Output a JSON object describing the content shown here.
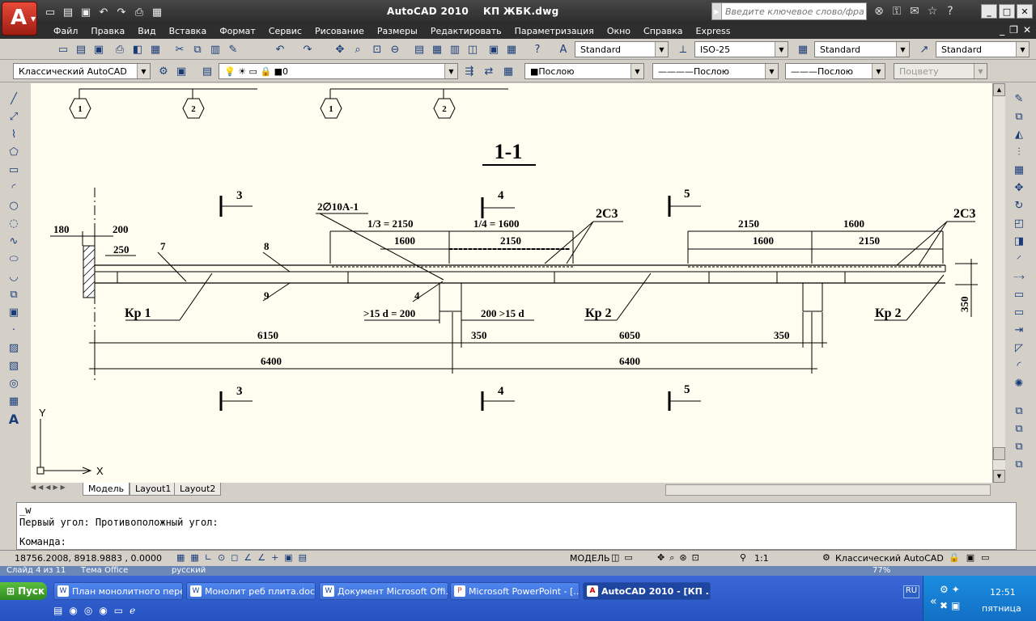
{
  "titlebar": {
    "app": "AutoCAD 2010",
    "file": "КП ЖБК.dwg",
    "search_placeholder": "Введите ключевое слово/фразу"
  },
  "menu": [
    "Файл",
    "Правка",
    "Вид",
    "Вставка",
    "Формат",
    "Сервис",
    "Рисование",
    "Размеры",
    "Редактировать",
    "Параметризация",
    "Окно",
    "Справка",
    "Express"
  ],
  "styles": {
    "text": "Standard",
    "dim": "ISO-25",
    "table": "Standard",
    "multileader": "Standard"
  },
  "props": {
    "workspace": "Классический AutoCAD",
    "layer": "0",
    "color": "Послою",
    "linetype": "Послою",
    "lineweight": "Послою",
    "plotstyle": "Поцвету"
  },
  "drawing": {
    "title": "1-1",
    "axis_top": [
      "1",
      "2",
      "1",
      "2"
    ],
    "sections": [
      "3",
      "4",
      "5"
    ],
    "dims": {
      "d180": "180",
      "d200": "200",
      "d250": "250",
      "d1_3": "1/3 = 2150",
      "d1_4": "1/4 = 1600",
      "d1600a": "1600",
      "d2150a": "2150",
      "d2150b": "2150",
      "d1600b": "1600",
      "d1600c": "1600",
      "d2150c": "2150",
      "d6150": "6150",
      "d350a": "350",
      "d6050": "6050",
      "d350b": "350",
      "d6400a": "6400",
      "d6400b": "6400",
      "d350v": "350",
      "anch1": ">15 d = 200",
      "anch2": "200 >15 d"
    },
    "labels": {
      "rebar": "2∅10A-1",
      "c3a": "2C3",
      "c3b": "2C3",
      "n4": "4",
      "n7": "7",
      "n8": "8",
      "n9": "9",
      "kr1": "Кр 1",
      "kr2a": "Кр 2",
      "kr2b": "Кр 2"
    },
    "ucs_x": "X",
    "ucs_y": "Y"
  },
  "tabs": [
    "Модель",
    "Layout1",
    "Layout2"
  ],
  "command": {
    "line1": "_w",
    "line2": "Первый угол: Противоположный угол:",
    "prompt": "Команда:"
  },
  "status": {
    "coords": "18756.2008, 8918.9883 , 0.0000",
    "model": "МОДЕЛЬ",
    "scale": "1:1",
    "workspace": "Классический AutoCAD"
  },
  "taskbar_top": {
    "slide": "Слайд 4 из 11",
    "theme": "Тема Office",
    "lang": "русский",
    "zoom": "77%"
  },
  "taskbar": {
    "start": "Пуск",
    "tasks": [
      "План монолитного пере...",
      "Монолит реб плита.doc...",
      "Документ Microsoft Offi...",
      "Microsoft PowerPoint - [...",
      "AutoCAD 2010 - [КП ..."
    ],
    "lang": "RU",
    "time": "12:51",
    "day": "пятница"
  }
}
